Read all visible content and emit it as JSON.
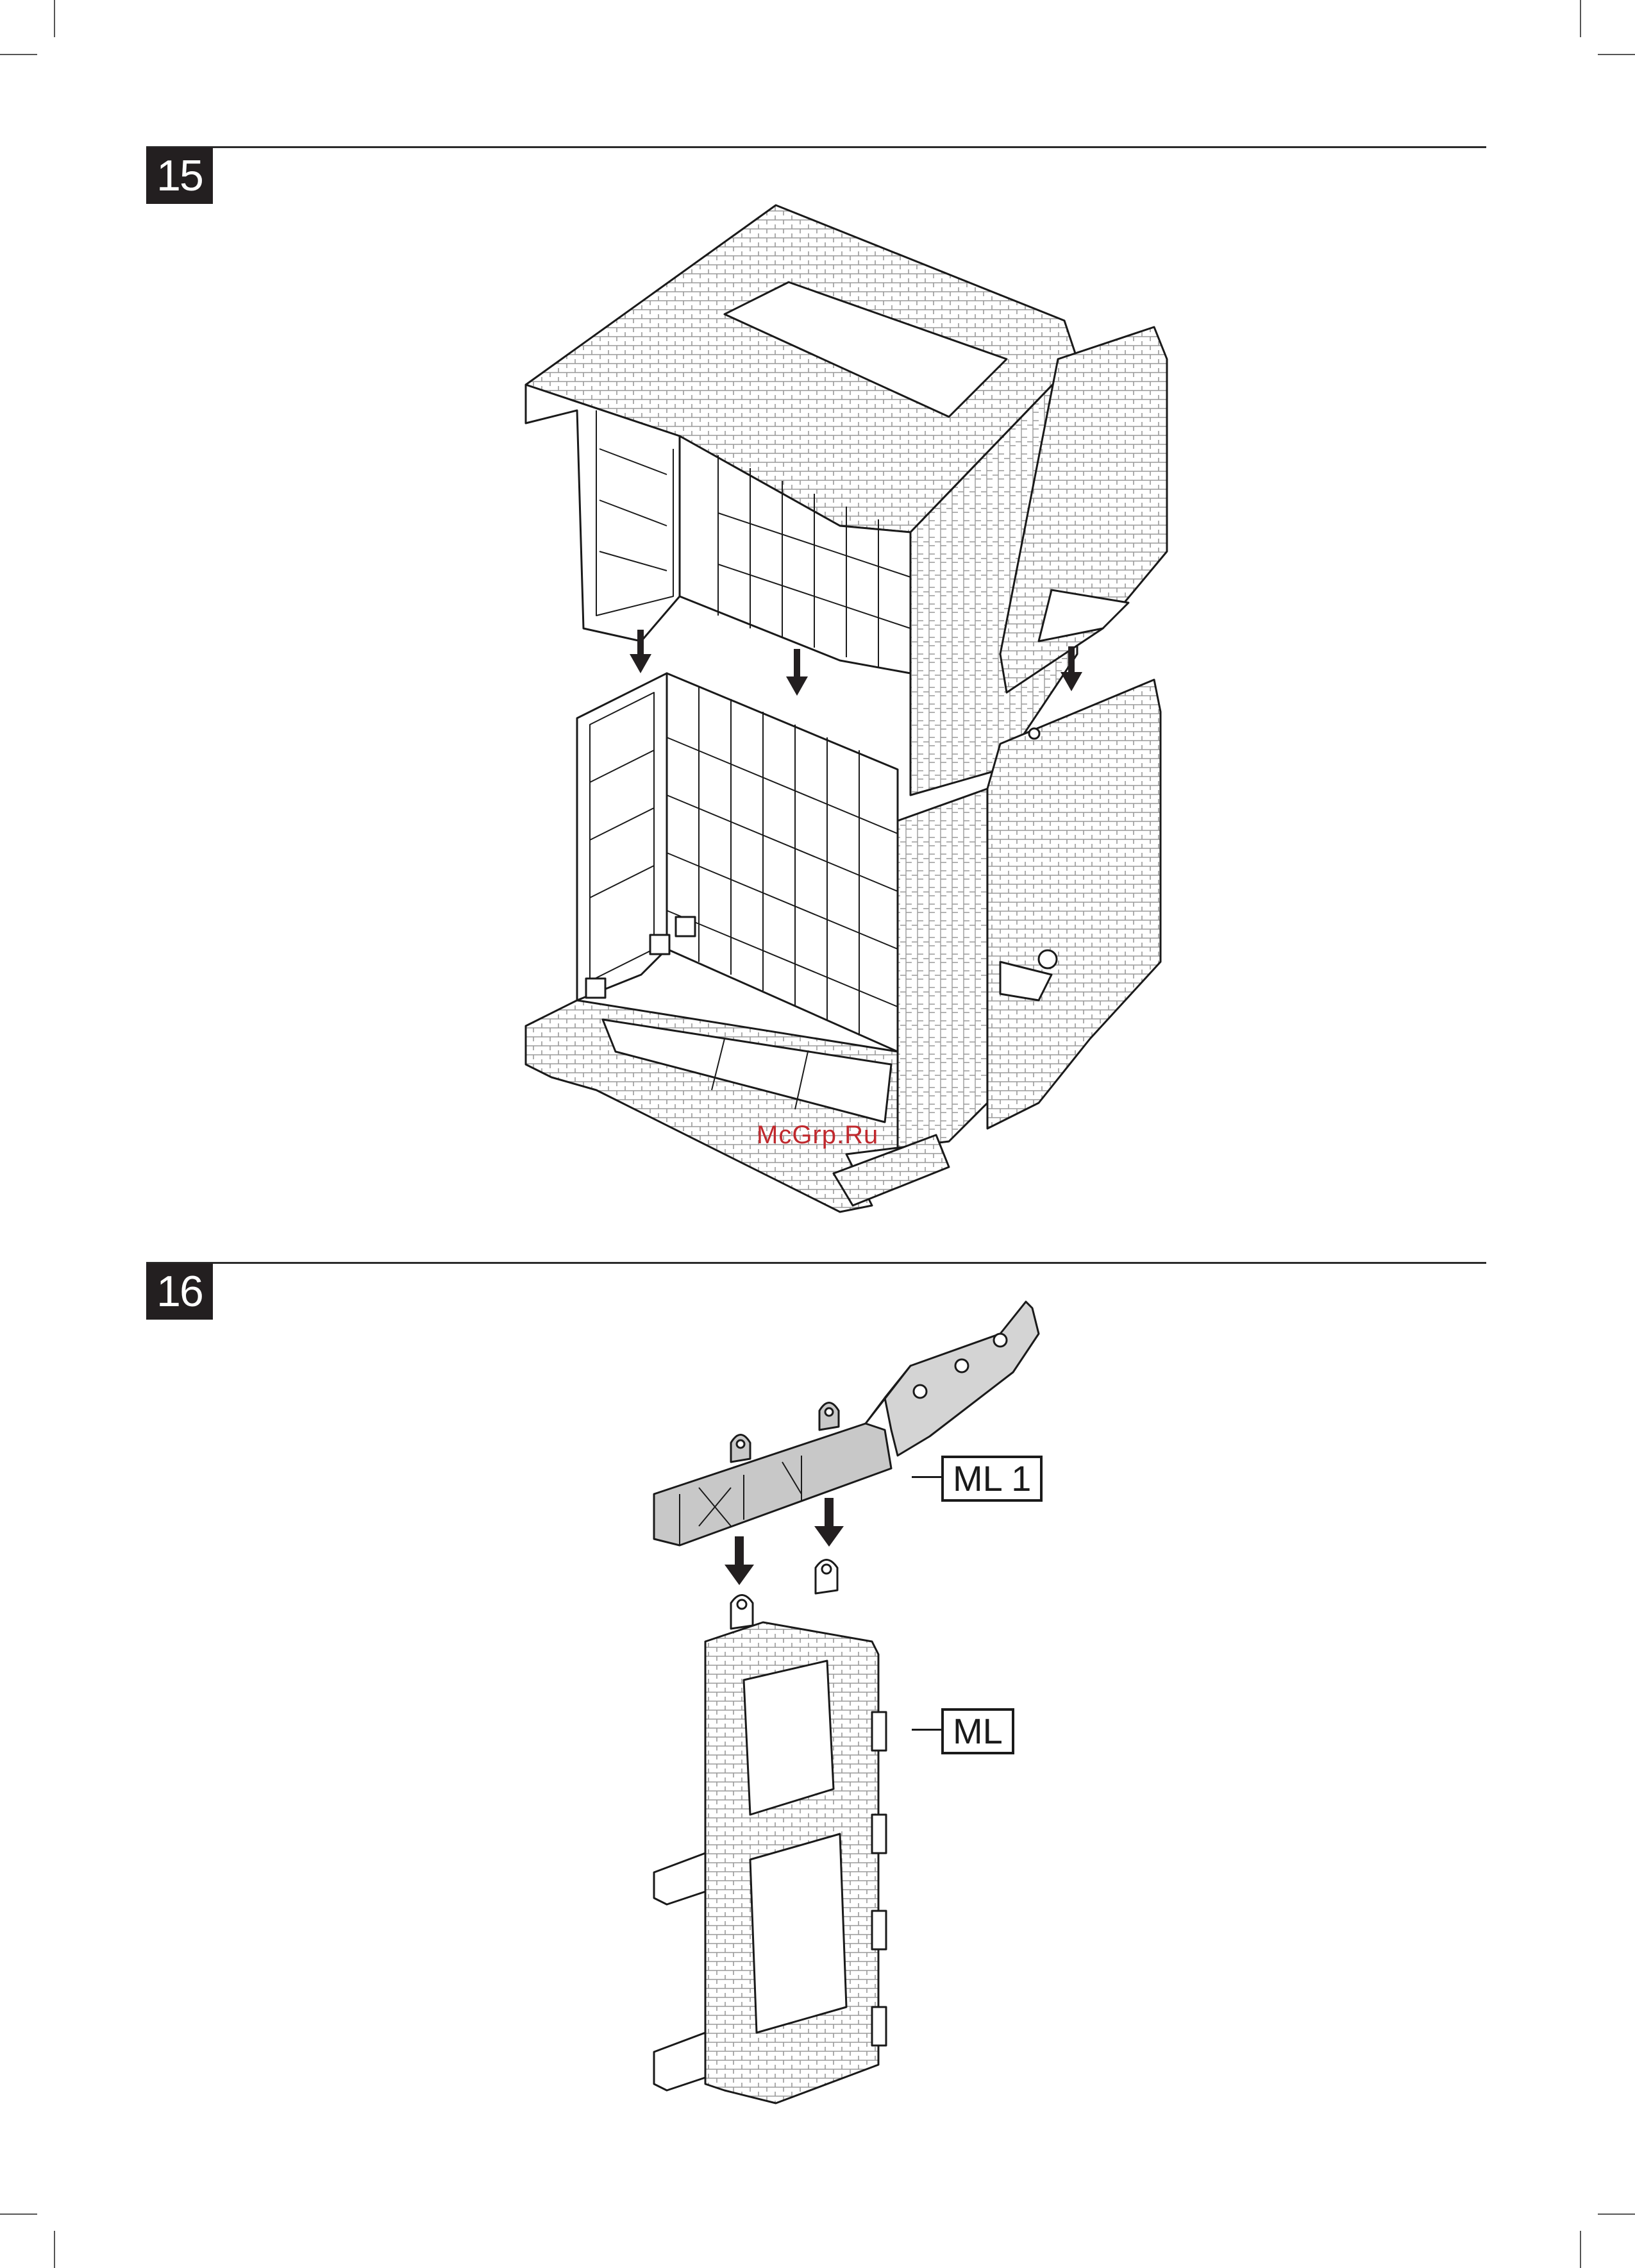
{
  "steps": [
    {
      "number": "15"
    },
    {
      "number": "16"
    }
  ],
  "watermark": "McGrp.Ru",
  "parts": {
    "ml1": "ML 1",
    "ml": "ML"
  },
  "colors": {
    "badge": "#231f20",
    "watermark": "#c0282d",
    "part_fill": "#c8c8c8"
  },
  "icons": {
    "arrow": "down-arrow-icon"
  }
}
